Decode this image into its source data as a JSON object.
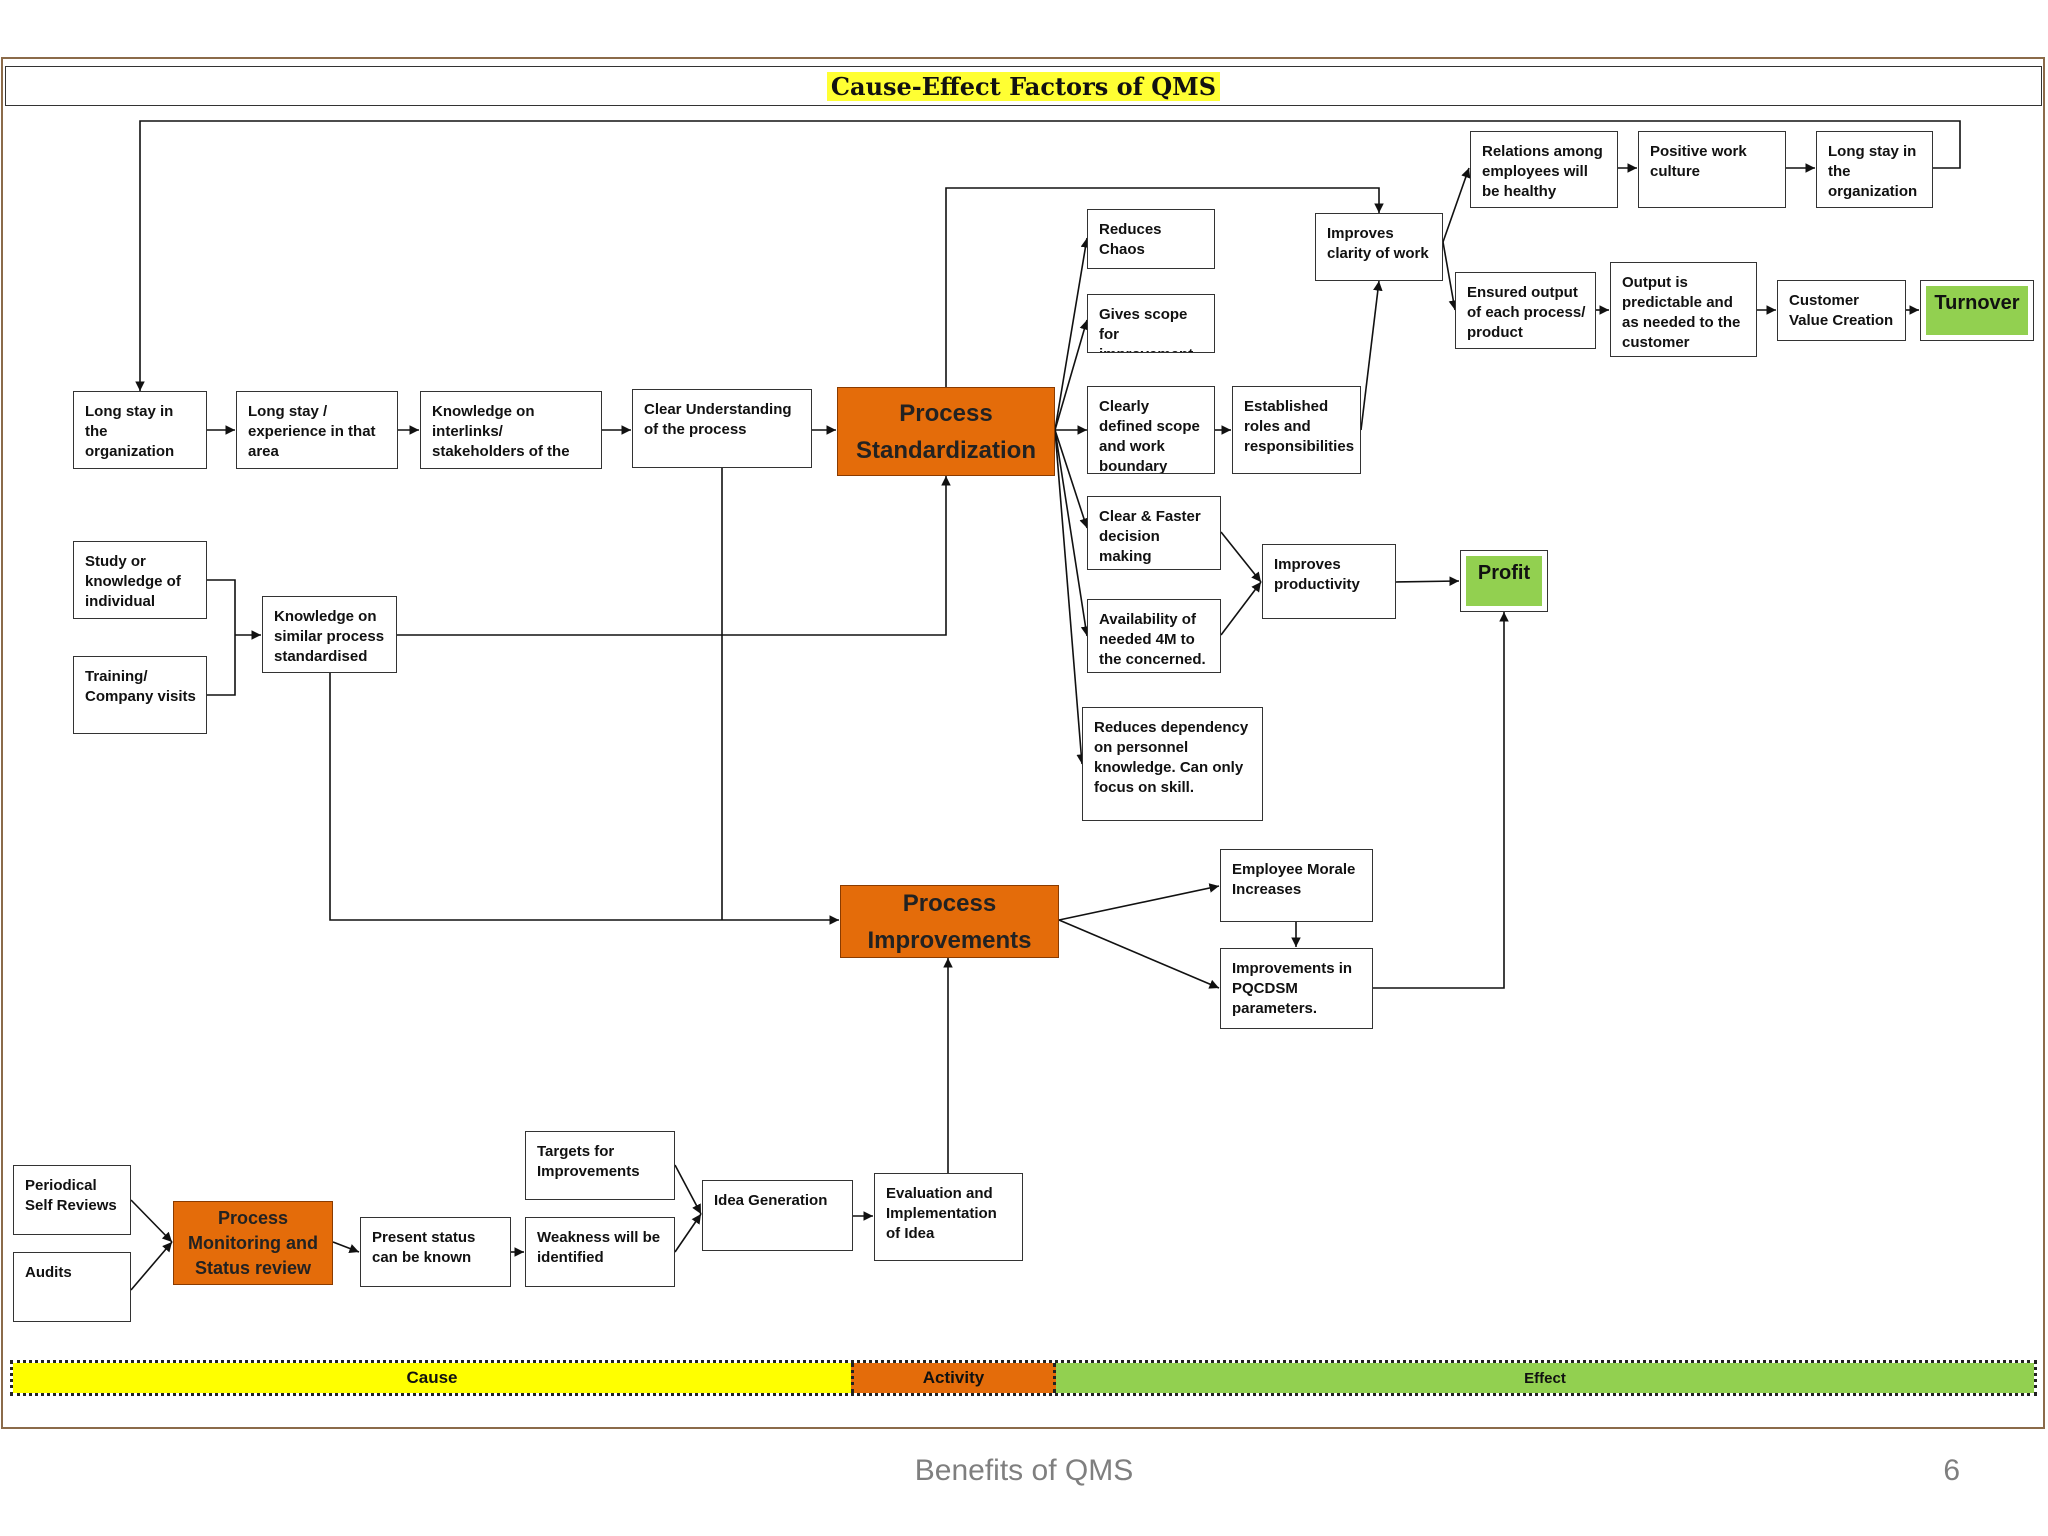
{
  "title": "Cause-Effect Factors of QMS",
  "nodes": {
    "long_stay_org": "Long stay in the organization",
    "long_stay_exp": "Long stay / experience in that area",
    "knowledge_interlinks": "Knowledge on interlinks/ stakeholders of the",
    "clear_understanding": "Clear Understanding of the process",
    "process_standardization": "Process Standardization",
    "study_knowledge": "Study or knowledge of individual",
    "training_visits": "Training/ Company visits",
    "knowledge_similar": "Knowledge on similar process standardised",
    "reduces_chaos": "Reduces Chaos",
    "gives_scope": "Gives scope for improvement",
    "clearly_defined": "Clearly defined scope and work boundary",
    "established_roles": "Established roles and responsibilities",
    "clear_faster": "Clear & Faster decision making",
    "availability_4m": "Availability of needed 4M to the concerned.",
    "reduces_dependency": "Reduces dependency on personnel knowledge. Can only focus on skill.",
    "improves_clarity": "Improves clarity of work",
    "relations": "Relations among employees will be healthy",
    "positive_culture": "Positive work culture",
    "long_stay_org2": "Long stay in the organization",
    "ensured_output": "Ensured output of each process/ product",
    "output_predictable": "Output is predictable and as needed to the customer",
    "customer_value": "Customer Value Creation",
    "turnover": "Turnover",
    "improves_productivity": "Improves productivity",
    "profit": "Profit",
    "process_improvements": "Process Improvements",
    "employee_morale": "Employee Morale Increases",
    "improvements_pqcdsm": "Improvements in PQCDSM parameters.",
    "periodical_reviews": "Periodical Self Reviews",
    "audits": "Audits",
    "process_monitoring": "Process Monitoring and Status review",
    "present_status": "Present status can be known",
    "targets": "Targets for Improvements",
    "weakness": "Weakness will be identified",
    "idea_generation": "Idea Generation",
    "evaluation": "Evaluation and Implementation of Idea"
  },
  "legend": {
    "cause": "Cause",
    "activity": "Activity",
    "effect": "Effect"
  },
  "colors": {
    "activity": "#e46c0a",
    "effect": "#92d050",
    "cause": "#ffff00",
    "title_highlight": "#ffff33"
  },
  "footer": {
    "title": "Benefits of QMS",
    "page": "6"
  }
}
